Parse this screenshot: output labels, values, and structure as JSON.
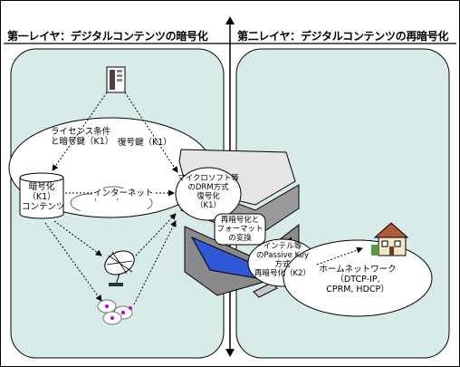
{
  "header": {
    "left_title": "第一レイヤ：デジタルコンテンツの暗号化",
    "right_title": "第二レイヤ：デジタルコンテンツの再暗号化"
  },
  "labels": {
    "license": [
      "ライセンス条件",
      "と暗号鍵（K1）"
    ],
    "decrypt_key": "復号鍵（K1）",
    "content": [
      "暗号化",
      "（K1）",
      "コンテンツ"
    ],
    "internet": "インターネット",
    "drm": [
      "マイクロソフト等",
      "のDRM方式",
      "復号化",
      "（K1）"
    ],
    "reencrypt_convert": [
      "再暗号化と",
      "フォーマット",
      "の変換"
    ],
    "passive_key": [
      "インテル等",
      "のPassive Key",
      "方式",
      "再暗号化（K2）"
    ],
    "home_network": [
      "ホームネットワーク",
      "（DTCP-IP,",
      "CPRM, HDCP）"
    ]
  },
  "colors": {
    "panel_fill": "#d7ece8",
    "laptop_body": "#8a8a8a",
    "keyboard": "#2f58d6",
    "house_roof": "#b45a3c"
  },
  "icons": [
    "server-icon",
    "cloud-icon",
    "laptop-icon",
    "satellite-dish-icon",
    "cd-disc-icon",
    "house-icon"
  ]
}
